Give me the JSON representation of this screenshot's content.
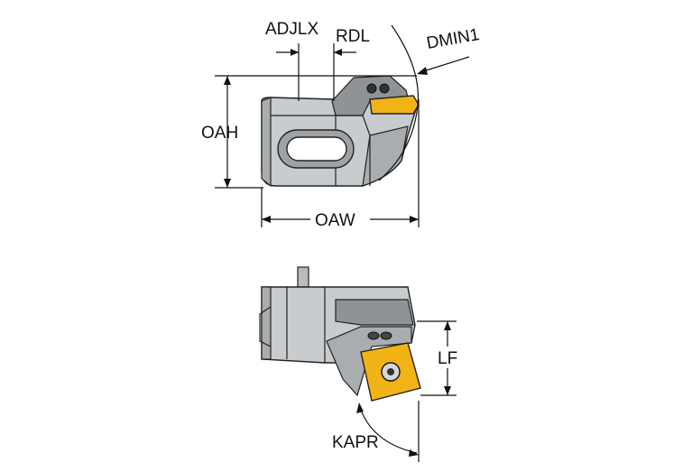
{
  "labels": {
    "adjlx": "ADJLX",
    "rdl": "RDL",
    "dmin1": "DMIN1",
    "oah": "OAH",
    "oaw": "OAW",
    "lf": "LF",
    "kapr": "KAPR"
  },
  "colors": {
    "insert": "#f2b316",
    "body": "#c9ccce",
    "body_shadow": "#a9adb0",
    "line": "#111111"
  }
}
